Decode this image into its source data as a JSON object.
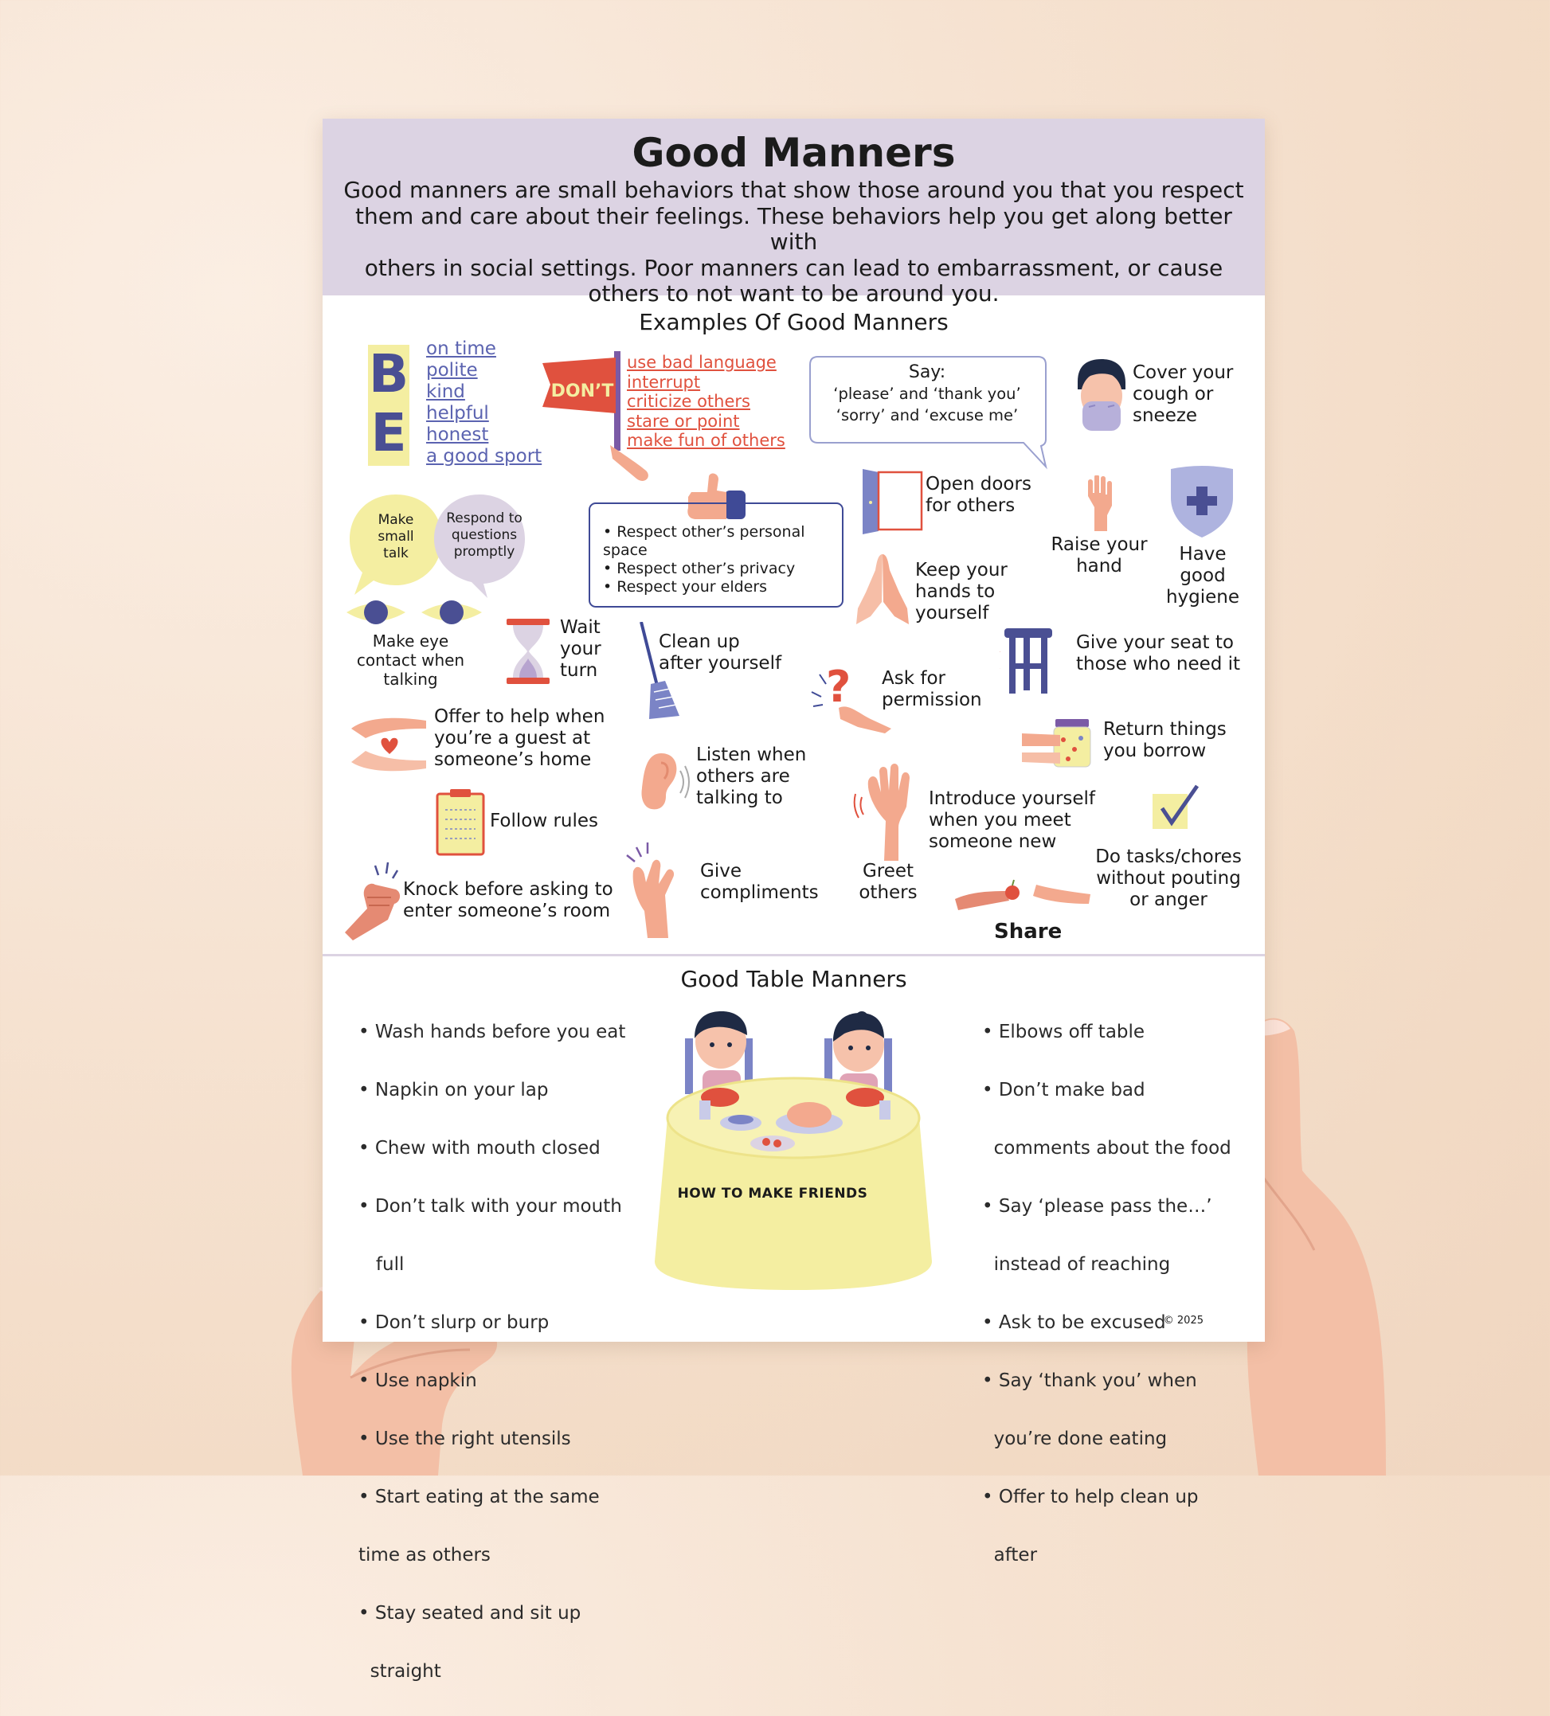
{
  "colors": {
    "header": "#dcd3e3",
    "accent_blue": "#4a4f93",
    "accent_red": "#e0513e",
    "yellow": "#f4eea1",
    "lavender": "#dcd3e3"
  },
  "header": {
    "title": "Good Manners",
    "intro_lines": [
      "Good manners are small behaviors that show those around you that you respect",
      "them and care about their feelings.  These behaviors help you get along better with",
      "others in social settings.  Poor manners can lead to embarrassment, or cause",
      "others to not want to be around you."
    ]
  },
  "examples": {
    "heading": "Examples Of Good Manners",
    "be": {
      "letters": [
        "B",
        "E"
      ],
      "items": [
        "on time",
        "polite",
        "kind",
        "helpful",
        "honest",
        "a good sport"
      ]
    },
    "dont": {
      "flag": "DON’T",
      "items": [
        "use bad language",
        "interrupt",
        "criticize others",
        "stare or point",
        "make fun of others"
      ]
    },
    "say": {
      "label": "Say:",
      "lines": [
        "‘please’ and ‘thank you’",
        "‘sorry’ and ‘excuse me’"
      ]
    },
    "cover": [
      "Cover your",
      "cough or",
      "sneeze"
    ],
    "small_talk": [
      "Make",
      "small",
      "talk"
    ],
    "respond": [
      "Respond to",
      "questions",
      "promptly"
    ],
    "respect": [
      "• Respect other’s personal",
      "space",
      "• Respect other’s privacy",
      "• Respect your elders"
    ],
    "open_doors": [
      "Open doors",
      "for others"
    ],
    "raise_hand": [
      "Raise your",
      "hand"
    ],
    "hygiene": [
      "Have",
      "good",
      "hygiene"
    ],
    "keep_hands": [
      "Keep your",
      "hands to",
      "yourself"
    ],
    "eye_contact": [
      "Make eye",
      "contact when",
      "talking"
    ],
    "wait_turn": [
      "Wait",
      "your",
      "turn"
    ],
    "clean_up": [
      "Clean up",
      "after yourself"
    ],
    "give_seat": [
      "Give your seat to",
      "those who need it"
    ],
    "ask_permission": [
      "Ask for",
      "permission"
    ],
    "offer_help": [
      "Offer to help when",
      "you’re a guest at",
      "someone’s home"
    ],
    "listen": [
      "Listen when",
      "others are",
      "talking to"
    ],
    "return_things": [
      "Return things",
      "you borrow"
    ],
    "introduce": [
      "Introduce yourself",
      "when you meet",
      "someone new"
    ],
    "follow_rules": "Follow rules",
    "tasks": [
      "Do tasks/chores",
      "without pouting",
      "or anger"
    ],
    "give_compliments": [
      "Give",
      "compliments"
    ],
    "greet": [
      "Greet",
      "others"
    ],
    "knock": [
      "Knock before asking to",
      "enter someone’s room"
    ],
    "share": "Share"
  },
  "table": {
    "heading": "Good Table Manners",
    "left": [
      "• Wash hands before you eat",
      "• Napkin on your lap",
      "• Chew with mouth closed",
      "• Don’t talk with your mouth",
      "   full",
      "• Don’t slurp or burp",
      "• Use napkin",
      "• Use the right utensils",
      "• Start eating at the same",
      "time as others",
      "• Stay seated and sit up",
      "  straight"
    ],
    "right": [
      "• Elbows off table",
      "• Don’t make bad",
      "  comments about the food",
      "• Say ‘please pass the…’",
      "  instead of reaching",
      "• Ask to be excused",
      "• Say ‘thank you’ when",
      "  you’re done eating",
      "• Offer to help clean up",
      "  after"
    ],
    "tablecloth": "HOW TO MAKE FRIENDS"
  },
  "copyright": "© 2025"
}
